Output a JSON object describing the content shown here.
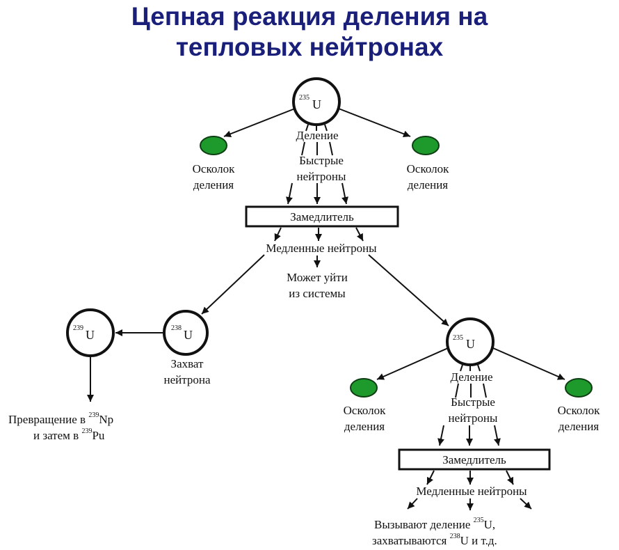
{
  "title": {
    "line1": "Цепная реакция деления на",
    "line2": "тепловых нейтронах"
  },
  "colors": {
    "title": "#1a1f7a",
    "fragment": "#1e9a2c"
  },
  "nodes": {
    "u235_top": {
      "mass": "235",
      "symbol": "U"
    },
    "u235_mid": {
      "mass": "235",
      "symbol": "U"
    },
    "u238": {
      "mass": "238",
      "symbol": "U"
    },
    "u239": {
      "mass": "239",
      "symbol": "U"
    }
  },
  "labels": {
    "fission": "Деление",
    "fast_1": "Быстрые",
    "fast_2": "нейтроны",
    "fragment_1": "Осколок",
    "fragment_2": "деления",
    "moderator": "Замедлитель",
    "slow": "Медленные нейтроны",
    "escape_1": "Может уйти",
    "escape_2": "из системы",
    "capture_1": "Захват",
    "capture_2": "нейтрона",
    "transform_1a": "Превращение в ",
    "transform_1_mass": "239",
    "transform_1_sym": "Np",
    "transform_2a": "и затем в ",
    "transform_2_mass": "239",
    "transform_2_sym": "Pu",
    "cause_a": "Вызывают деление ",
    "cause_mass": "235",
    "cause_sym": "U,",
    "captured_a": "захватываются ",
    "captured_mass": "238",
    "captured_sym": "U и т.д."
  }
}
